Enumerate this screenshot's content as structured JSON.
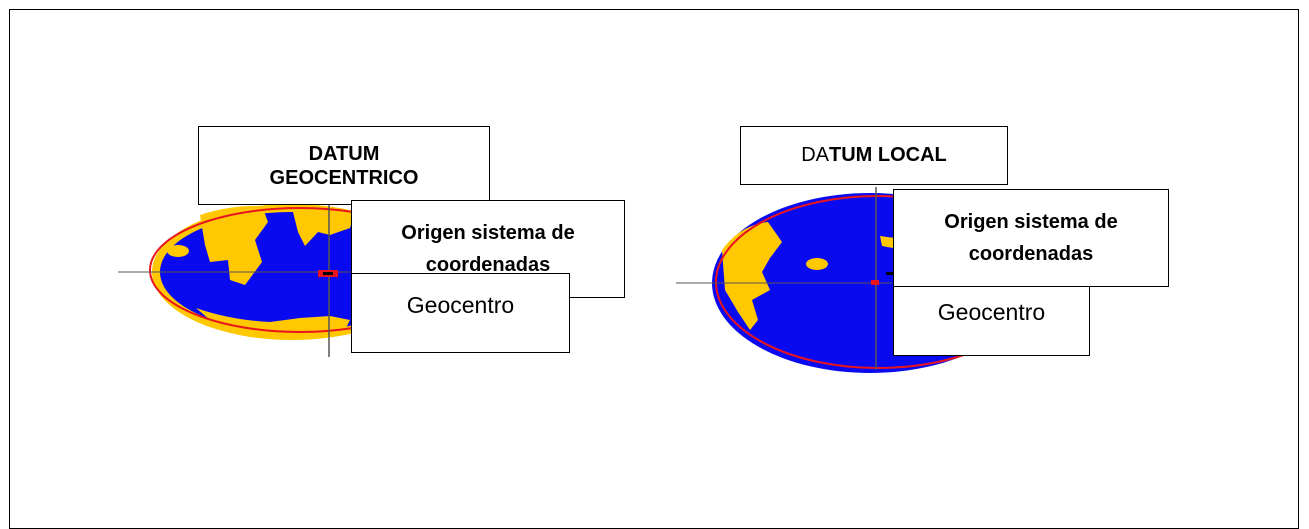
{
  "panels": [
    {
      "title": "DATUM GEOCENTRICO",
      "origin_label": "Origen sistema de coordenadas",
      "center_label": "Geocentro"
    },
    {
      "title_prefix": "DA",
      "title_rest": "TUM LOCAL",
      "origin_label": "Origen sistema de coordenadas",
      "center_label": "Geocentro"
    }
  ],
  "colors": {
    "ocean": "#0a0af0",
    "land": "#ffc800",
    "datum_ellipse": "#e8141e",
    "origin_marker": "#e8141e"
  }
}
